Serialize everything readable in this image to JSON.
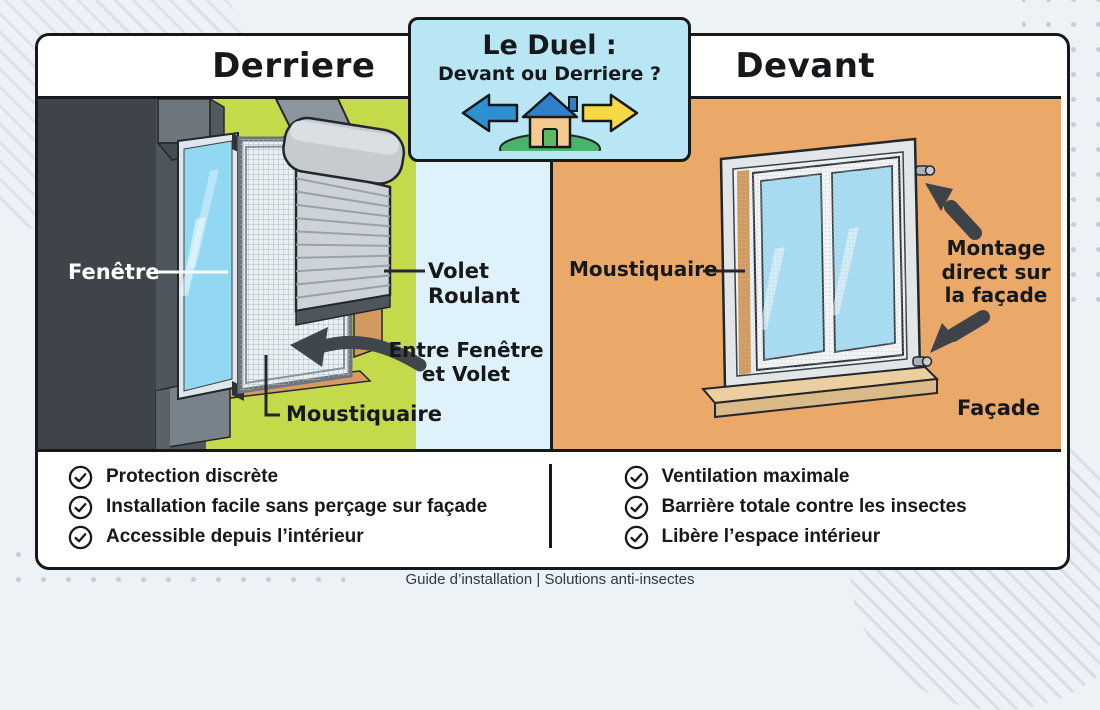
{
  "duel": {
    "title": "Le Duel :",
    "subtitle": "Devant ou Derriere ?"
  },
  "left": {
    "title": "Derriere",
    "labels": {
      "fenetre": "Fenêtre",
      "volet": "Volet Roulant",
      "entre": "Entre Fenêtre et Volet",
      "moustiquaire": "Moustiquaire"
    },
    "checklist": [
      "Protection discrète",
      "Installation facile sans perçage sur façade",
      "Accessible depuis l’intérieur"
    ]
  },
  "right": {
    "title": "Devant",
    "labels": {
      "moustiquaire": "Moustiquaire",
      "montage": "Montage direct sur la façade",
      "facade": "Façade"
    },
    "checklist": [
      "Ventilation maximale",
      "Barrière totale contre les insectes",
      "Libère l’espace intérieur"
    ]
  },
  "footer": {
    "text": "Guide d’installation | Solutions anti-insectes"
  },
  "colors": {
    "ink": "#16181a",
    "green_wall": "#c5da4b",
    "dark_wall": "#3e4449",
    "sky_blue": "#dff1fa",
    "duel_box_blue": "#b9e6f5",
    "facade_orange": "#eaa869",
    "glass_blue": "#93d8f3",
    "wood_orange": "#d89a5e",
    "arrow_blue": "#2e8fd1",
    "arrow_yellow": "#f6d844",
    "house_green": "#5cbb60"
  }
}
